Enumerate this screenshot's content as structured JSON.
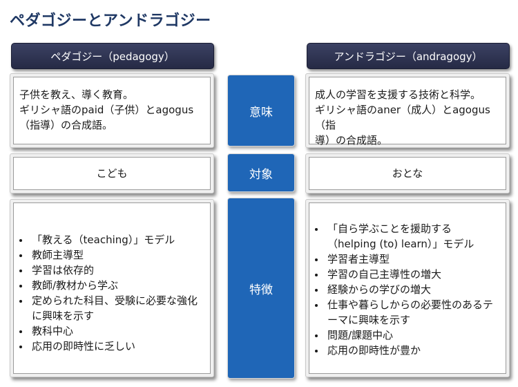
{
  "title": "ペダゴジーとアンドラゴジー",
  "left_header": "ペダゴジー（pedagogy）",
  "right_header": "アンドラゴジー（andragogy）",
  "rows": {
    "meaning": {
      "label": "意味",
      "left": [
        "子供を教え、導く教育。",
        "ギリシャ語のpaid（子供）とagogus",
        "（指導）の合成語。"
      ],
      "right": [
        "成人の学習を支援する技術と科学。",
        "ギリシャ語のaner（成人）とagogus（指",
        "導）の合成語。"
      ]
    },
    "target": {
      "label": "対象",
      "left": "こども",
      "right": "おとな"
    },
    "features": {
      "label": "特徴",
      "left": [
        "「教える（teaching）」モデル",
        "教師主導型",
        "学習は依存的",
        "教師/教材から学ぶ",
        "定められた科目、受験に必要な強化に興味を示す",
        "教科中心",
        "応用の即時性に乏しい"
      ],
      "right": [
        "「自ら学ぶことを援助する（helping (to) learn）」モデル",
        "学習者主導型",
        "学習の自己主導性の増大",
        "経験からの学びの増大",
        "仕事や暮らしからの必要性のあるテーマに興味を示す",
        "問題/課題中心",
        "応用の即時性が豊か"
      ]
    }
  }
}
